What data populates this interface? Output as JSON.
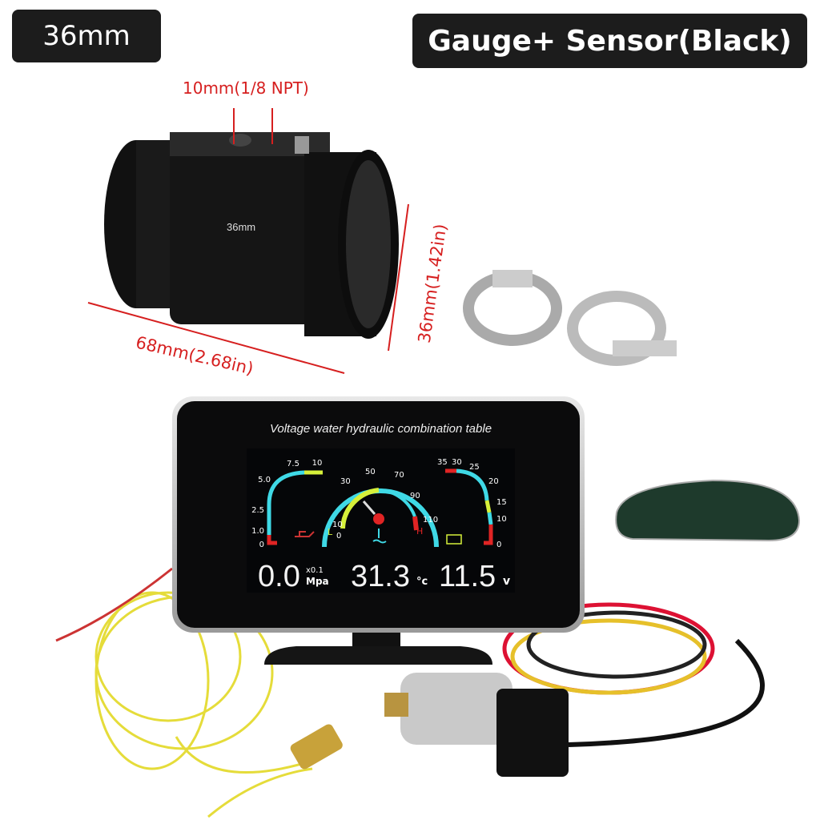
{
  "labels": {
    "size_tag": "36mm",
    "title_tag": "Gauge+ Sensor(Black)",
    "thread": "10mm(1/8 NPT)",
    "fitting_marking": "36mm",
    "length": "68mm(2.68in)",
    "diameter": "36mm(1.42in)"
  },
  "gauge": {
    "header": "Voltage water hydraulic combination table",
    "pressure": {
      "ticks": [
        "0",
        "1.0",
        "2.5",
        "5.0",
        "7.5",
        "10"
      ],
      "value": "0.0",
      "multiplier": "x0.1",
      "unit": "Mpa"
    },
    "temperature": {
      "ticks": [
        "0",
        "10",
        "30",
        "50",
        "70",
        "90",
        "110"
      ],
      "low": "L",
      "high": "H",
      "value": "31.3",
      "unit": "°c"
    },
    "voltage": {
      "ticks": [
        "0",
        "10",
        "15",
        "20",
        "25",
        "30",
        "35"
      ],
      "value": "11.5",
      "unit": "v"
    }
  },
  "colors": {
    "cyan": "#3fd9e6",
    "yellow": "#d6f03a",
    "red": "#e02424",
    "label_red": "#d61f1f"
  }
}
